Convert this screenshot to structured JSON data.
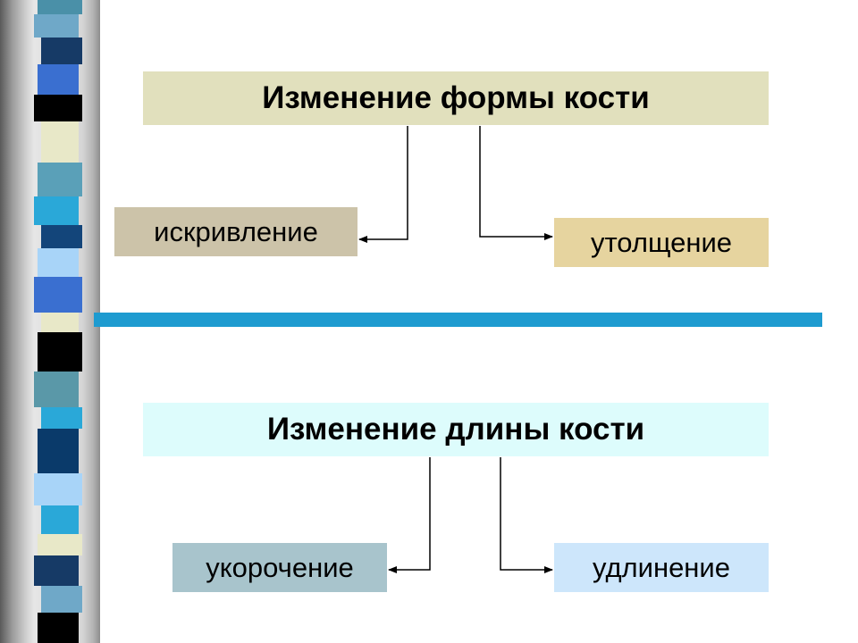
{
  "diagram": {
    "form_title": "Изменение формы кости",
    "form_children": [
      "искривление",
      "утолщение"
    ],
    "length_title": "Изменение длины кости",
    "length_children": [
      "укорочение",
      "удлинение"
    ]
  },
  "colors": {
    "form_title_bg": "#e1e0bd",
    "length_title_bg": "#ddfcfc",
    "curvature_bg": "#ccc3a9",
    "thickening_bg": "#e6d49f",
    "shortening_bg": "#a8c4cc",
    "lengthening_bg": "#cde6fb",
    "divider": "#1e9bd0"
  }
}
